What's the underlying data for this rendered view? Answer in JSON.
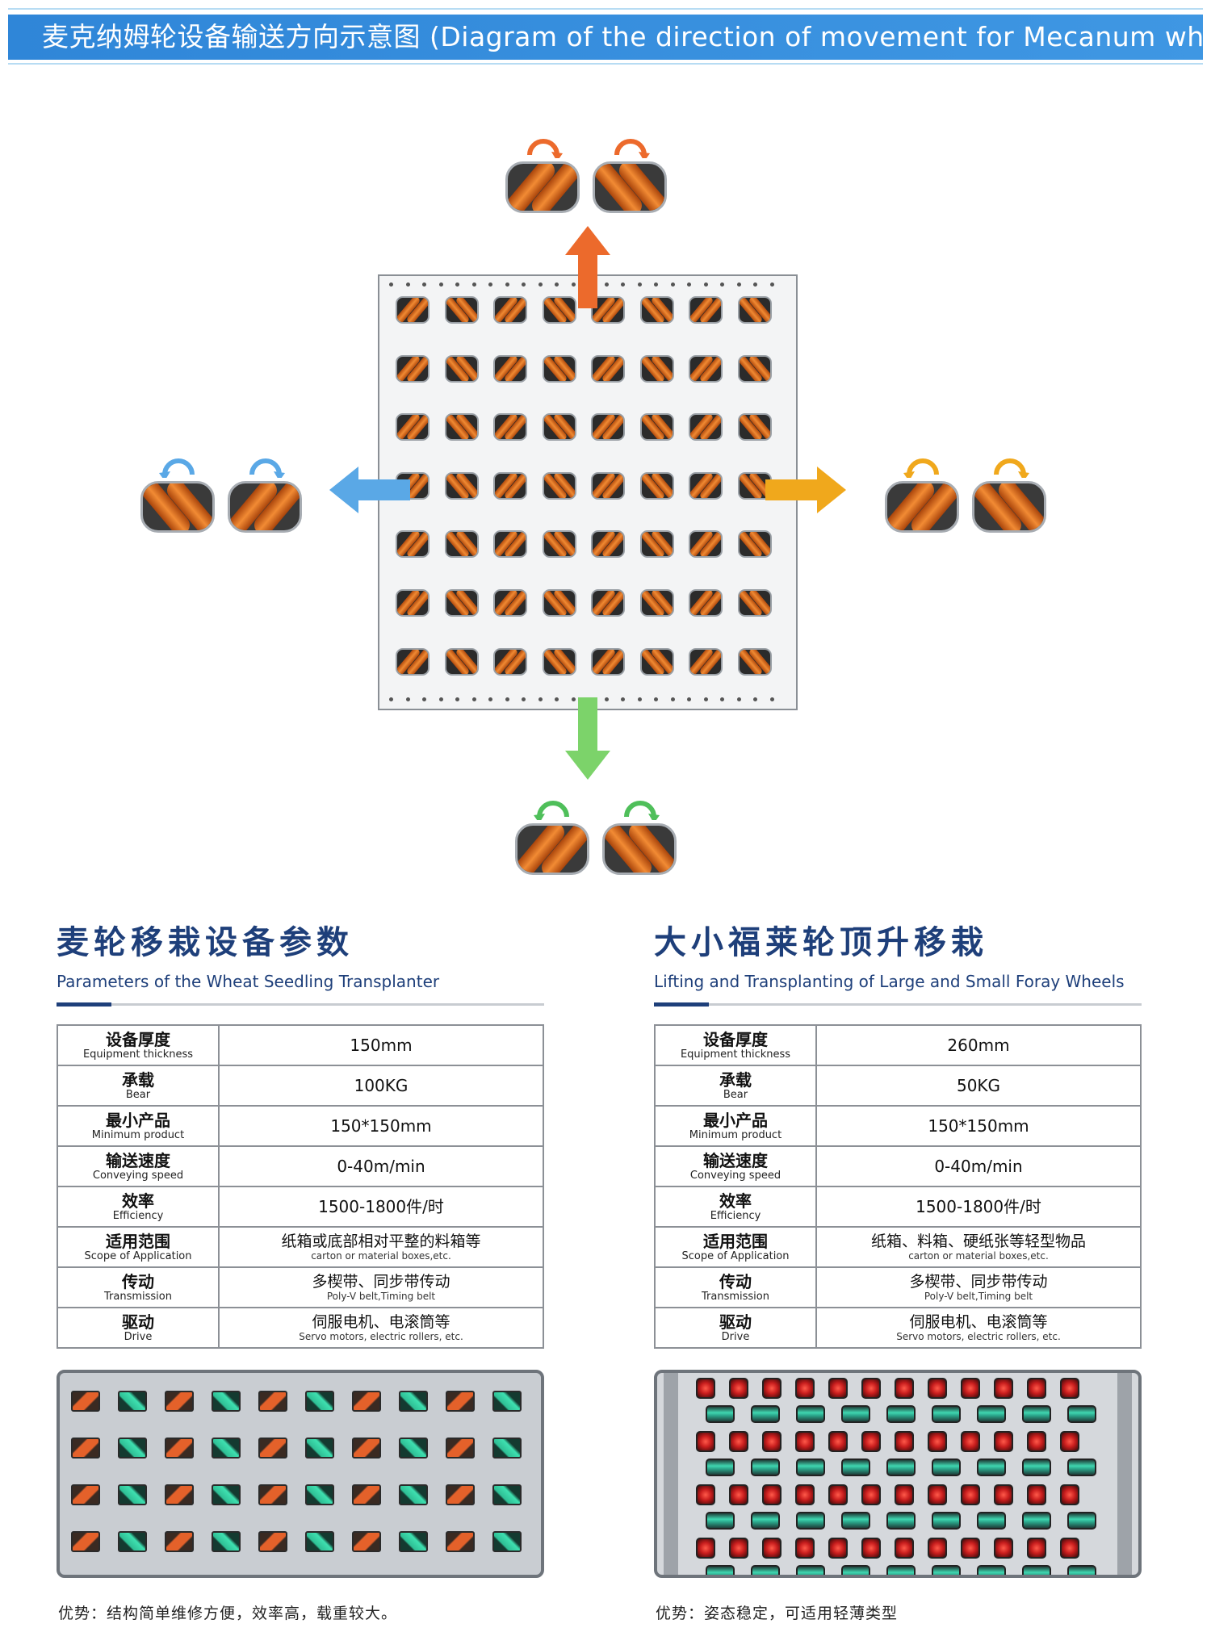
{
  "header": {
    "title": "麦克纳姆轮设备输送方向示意图 (Diagram of the direction of movement for Mecanum wheel)"
  },
  "colors": {
    "banner": "#2f86d8",
    "arrow_up": "#ec6a2c",
    "arrow_left": "#5aa8e6",
    "arrow_right": "#f0a81c",
    "arrow_down": "#7cd36a",
    "roller": "#f08a33",
    "title_navy": "#1e3f7a"
  },
  "sections": [
    {
      "title": "麦轮移栽设备参数",
      "subtitle": "Parameters of the Wheat Seedling Transplanter",
      "rows": [
        {
          "label_cn": "设备厚度",
          "label_en": "Equipment thickness",
          "value": "150mm"
        },
        {
          "label_cn": "承载",
          "label_en": "Bear",
          "value": "100KG"
        },
        {
          "label_cn": "最小产品",
          "label_en": "Minimum product",
          "value": "150*150mm"
        },
        {
          "label_cn": "输送速度",
          "label_en": "Conveying speed",
          "value": "0-40m/min"
        },
        {
          "label_cn": "效率",
          "label_en": "Efficiency",
          "value": "1500-1800件/时"
        },
        {
          "label_cn": "适用范围",
          "label_en": "Scope of Application",
          "value_cn": "纸箱或底部相对平整的料箱等",
          "value_en": "carton or material boxes,etc."
        },
        {
          "label_cn": "传动",
          "label_en": "Transmission",
          "value_cn": "多楔带、同步带传动",
          "value_en": "Poly-V belt,Timing belt"
        },
        {
          "label_cn": "驱动",
          "label_en": "Drive",
          "value_cn": "伺服电机、电滚筒等",
          "value_en": "Servo motors, electric rollers, etc."
        }
      ],
      "advantage": "优势：结构简单维修方便，效率高，载重较大。"
    },
    {
      "title": "大小福莱轮顶升移栽",
      "subtitle": "Lifting and Transplanting of Large and Small Foray Wheels",
      "rows": [
        {
          "label_cn": "设备厚度",
          "label_en": "Equipment thickness",
          "value": "260mm"
        },
        {
          "label_cn": "承载",
          "label_en": "Bear",
          "value": "50KG"
        },
        {
          "label_cn": "最小产品",
          "label_en": "Minimum product",
          "value": "150*150mm"
        },
        {
          "label_cn": "输送速度",
          "label_en": "Conveying speed",
          "value": "0-40m/min"
        },
        {
          "label_cn": "效率",
          "label_en": "Efficiency",
          "value": "1500-1800件/时"
        },
        {
          "label_cn": "适用范围",
          "label_en": "Scope of Application",
          "value_cn": "纸箱、料箱、硬纸张等轻型物品",
          "value_en": "carton or material boxes,etc."
        },
        {
          "label_cn": "传动",
          "label_en": "Transmission",
          "value_cn": "多楔带、同步带传动",
          "value_en": "Poly-V belt,Timing belt"
        },
        {
          "label_cn": "驱动",
          "label_en": "Drive",
          "value_cn": "伺服电机、电滚筒等",
          "value_en": "Servo motors, electric rollers, etc."
        }
      ],
      "advantage": "优势：姿态稳定，可适用轻薄类型"
    }
  ]
}
